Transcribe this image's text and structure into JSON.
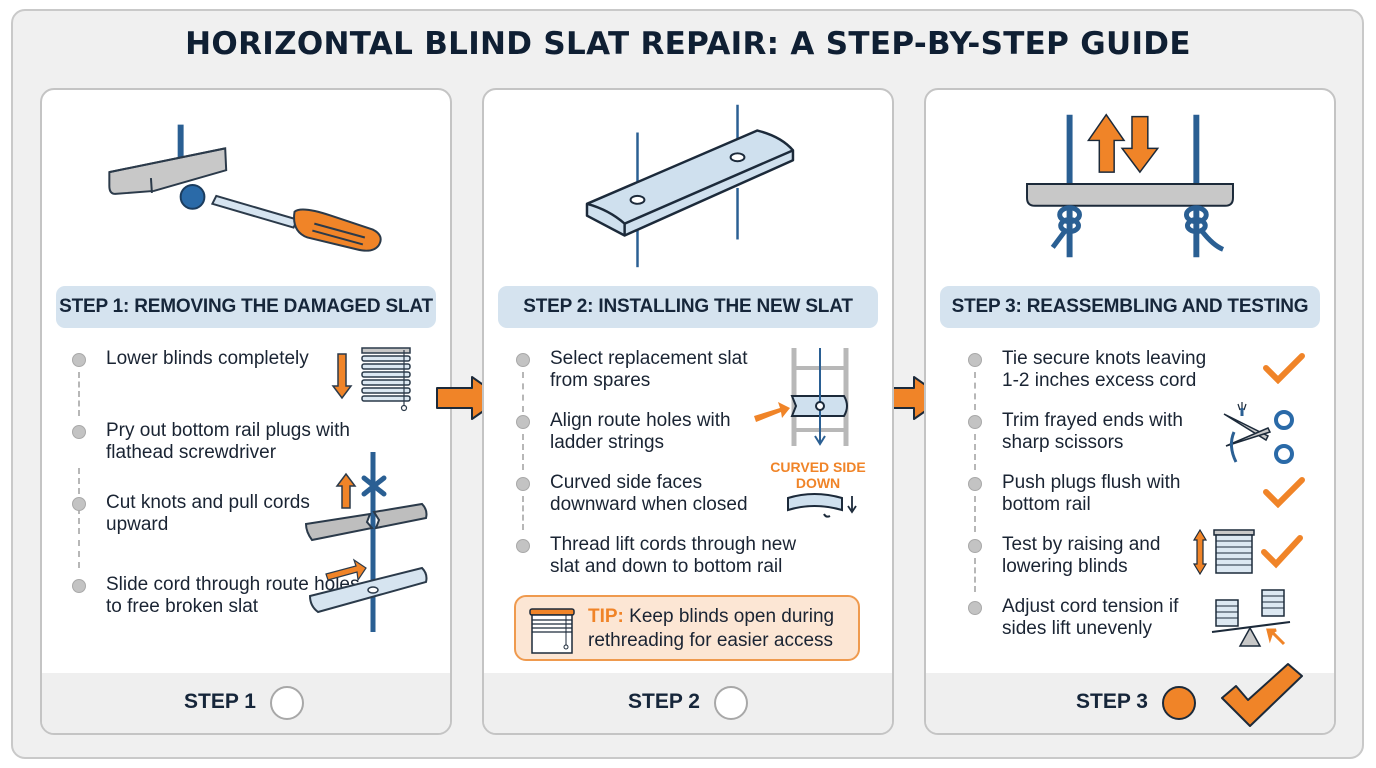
{
  "title": "HORIZONTAL BLIND SLAT REPAIR: A STEP-BY-STEP GUIDE",
  "colors": {
    "accent_orange": "#f08428",
    "cord_blue": "#2a5f93",
    "header_blue": "#d5e3ef",
    "slat_blue": "#cfe0ee",
    "rail_gray": "#c8c8c8",
    "text_dark": "#16263a"
  },
  "panels": [
    {
      "header": "STEP 1: REMOVING THE DAMAGED SLAT",
      "illustration": "screwdriver-prying-rail-plug",
      "items": [
        {
          "text": "Lower blinds completely",
          "icon": "lowered-blinds-icon"
        },
        {
          "text": "Pry out bottom rail plugs with flathead screwdriver",
          "icon": ""
        },
        {
          "text": "Cut knots and pull cords upward",
          "icon": "broken-slat-cord-icon"
        },
        {
          "text": "Slide cord through route holes to free broken slat",
          "icon": ""
        }
      ],
      "footer_label": "STEP 1",
      "footer_status": "incomplete"
    },
    {
      "header": "STEP 2: INSTALLING THE NEW SLAT",
      "illustration": "new-slat-with-cords",
      "items": [
        {
          "text": "Select replacement slat from spares",
          "icon": "ladder-string-icon"
        },
        {
          "text": "Align route holes with ladder strings",
          "icon": ""
        },
        {
          "text": "Curved side faces downward when closed",
          "icon": "curved-slat-icon"
        },
        {
          "text": "Thread lift cords through new slat and down to bottom rail",
          "icon": ""
        }
      ],
      "curved_label": "CURVED SIDE DOWN",
      "tip": {
        "label": "TIP:",
        "text": "Keep blinds open during rethreading for easier access"
      },
      "footer_label": "STEP 2",
      "footer_status": "incomplete"
    },
    {
      "header": "STEP 3: REASSEMBLING AND TESTING",
      "illustration": "bottom-rail-knots",
      "items": [
        {
          "text": "Tie secure knots leaving 1-2 inches excess cord",
          "icon": "checkmark-icon"
        },
        {
          "text": "Trim frayed ends with sharp scissors",
          "icon": "scissors-icon"
        },
        {
          "text": "Push plugs flush with bottom rail",
          "icon": "checkmark-icon"
        },
        {
          "text": "Test by raising and lowering blinds",
          "icon": "blinds-test-icon"
        },
        {
          "text": "Adjust cord tension if sides lift unevenly",
          "icon": "balance-icon"
        }
      ],
      "footer_label": "STEP 3",
      "footer_status": "complete"
    }
  ]
}
